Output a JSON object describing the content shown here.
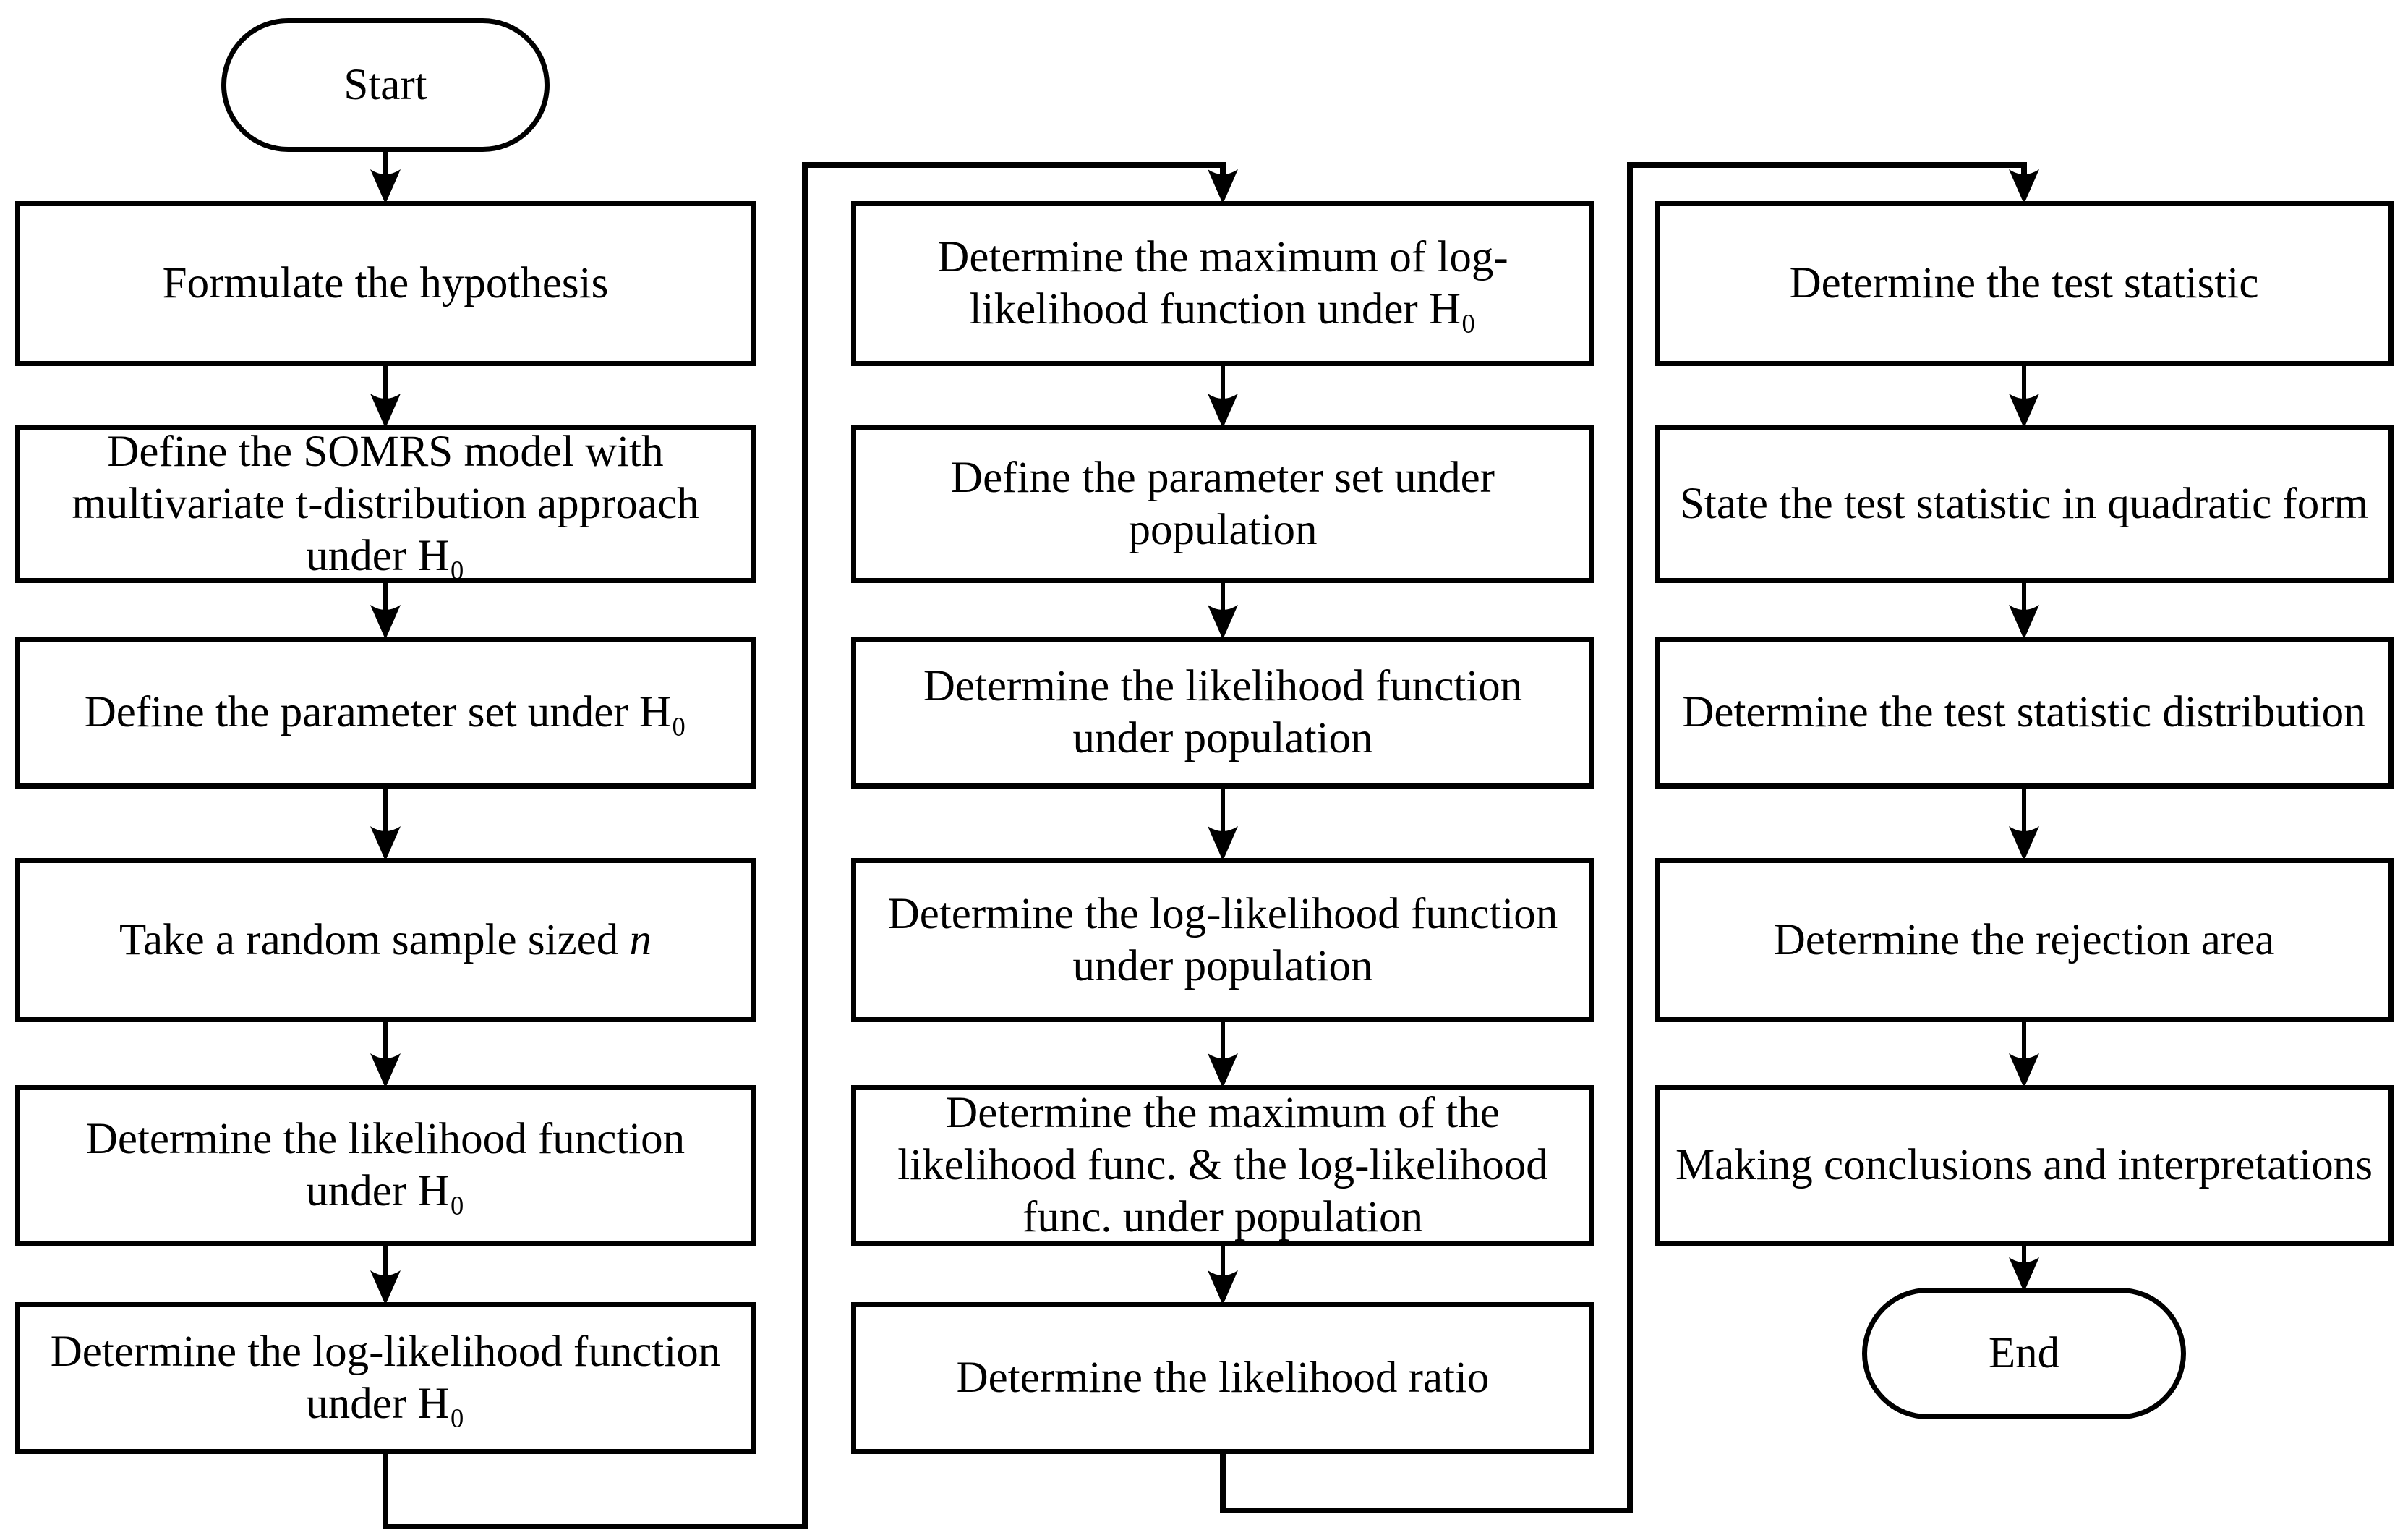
{
  "terminals": {
    "start": "Start",
    "end": "End"
  },
  "col1": {
    "box1": "Formulate the hypothesis",
    "box2": "Define the SOMRS model with multivariate t-distribution approach under H₀",
    "box3": "Define the parameter set under H₀",
    "box4_prefix": "Take a random sample sized ",
    "box4_var": "n",
    "box5": "Determine the likelihood function under H₀",
    "box6": "Determine the log-likelihood function under H₀"
  },
  "col2": {
    "box1": "Determine the maximum of log-likelihood function under H₀",
    "box2": "Define the parameter set under population",
    "box3": "Determine the likelihood function under population",
    "box4": "Determine the log-likelihood function under population",
    "box5": "Determine the maximum of the likelihood func. & the log-likelihood func. under population",
    "box6": "Determine the likelihood ratio"
  },
  "col3": {
    "box1": "Determine the test statistic",
    "box2": "State the test statistic in quadratic form",
    "box3": "Determine the test statistic distribution",
    "box4": "Determine the rejection area",
    "box5": "Making conclusions and interpretations"
  },
  "colors": {
    "line": "#000000",
    "background": "#ffffff",
    "node_fill": "#ffffff",
    "text": "#000000"
  }
}
